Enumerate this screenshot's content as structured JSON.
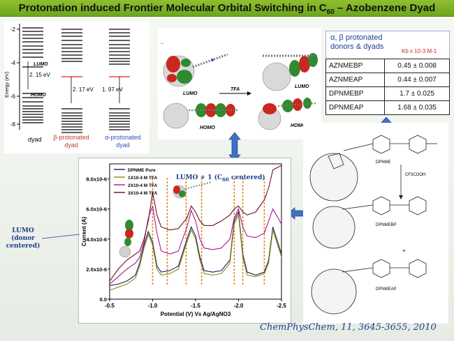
{
  "title": {
    "main": "Protonation induced Frontier Molecular Orbital Switching in C",
    "sub": "60",
    "rest": " – Azobenzene Dyad"
  },
  "energy_diagram": {
    "ylabel": "Energy (eV)",
    "yticks": [
      "-2",
      "-4",
      "-6",
      "-8"
    ],
    "columns": [
      {
        "label": "dyad",
        "label_color": "#111111",
        "gap": "2. 15 eV"
      },
      {
        "label": "β-protonated dyad",
        "label_lines": [
          "β-protonated",
          "dyad"
        ],
        "label_color": "#c0392b",
        "gap": "2. 17 eV"
      },
      {
        "label": "α-protonated dyad",
        "label_lines": [
          "α-protonated",
          "dyad"
        ],
        "label_color": "#2e4fbf",
        "gap": "1. 97 eV"
      }
    ],
    "lumo_label": "LUMO",
    "homo_label": "HOMO"
  },
  "mo_panel": {
    "labels": [
      "LUMO",
      "LUMO",
      "HOMO",
      "HOMO"
    ],
    "arrow_label": "TFA",
    "tick_mark": "--"
  },
  "binding_table": {
    "header_line1": "α, β protonated",
    "header_line2": "donors & dyads",
    "unit_label": "Kb x 10-3 M-1",
    "rows": [
      {
        "name": "AZNMEBP",
        "value": "0.45 ± 0.008"
      },
      {
        "name": "AZNMEAP",
        "value": "0.44 ± 0.007"
      },
      {
        "name": "DPNMEBP",
        "value": "1.7 ± 0.025"
      },
      {
        "name": "DPNMEAP",
        "value": "1.68 ± 0.035"
      }
    ]
  },
  "structures": {
    "labels": [
      "DPNME",
      "CF3COOH",
      "DPNMEBP",
      "+",
      "DPNMEAP"
    ]
  },
  "annotations": {
    "lumo_donor": "LUMO (donor centered)",
    "lumo_c60_prefix": "LUMO + 1 (C",
    "lumo_c60_sub": "60",
    "lumo_c60_suffix": " centered)"
  },
  "reference": "ChemPhysChem, 11, 3645-3655, 2010",
  "colors": {
    "title_band": "#7cb526",
    "navy": "#1d3f8f",
    "series_pure": "#1a1a5e",
    "series_1": "#8a8a10",
    "series_2": "#b0138e",
    "series_3": "#6b0f24",
    "peak_guide": "#e08a1e",
    "arrow_blue": "#3f6fc0"
  },
  "chart_data": {
    "type": "line",
    "xlabel": "Potential (V) Vs Ag/AgNO3",
    "ylabel": "Current (A)",
    "xlim": [
      -0.5,
      -2.5
    ],
    "ylim": [
      0.0,
      9e-06
    ],
    "xticks": [
      "-0.5",
      "-1.0",
      "-1.5",
      "-2.0",
      "-2.5"
    ],
    "yticks": [
      "0.0",
      "2.0x10-6",
      "4.0x10-6",
      "6.0x10-6",
      "8.0x10-6"
    ],
    "yticks_values": [
      0,
      2e-06,
      4e-06,
      6e-06,
      8e-06
    ],
    "legend": [
      "DPNME Pure",
      "1X10-4 M TFA",
      "2X10-4 M TFA",
      "3X10-4 M TFA"
    ],
    "peak_guides_x": [
      -1.0,
      -1.17,
      -1.39,
      -1.57,
      -1.95,
      -2.05,
      -2.3
    ],
    "series": [
      {
        "name": "DPNME Pure",
        "x": [
          -0.5,
          -0.6,
          -0.7,
          -0.8,
          -0.85,
          -0.9,
          -0.95,
          -1.0,
          -1.05,
          -1.1,
          -1.2,
          -1.3,
          -1.4,
          -1.45,
          -1.5,
          -1.55,
          -1.6,
          -1.7,
          -1.8,
          -1.9,
          -1.95,
          -2.0,
          -2.05,
          -2.1,
          -2.2,
          -2.3,
          -2.35,
          -2.4,
          -2.5
        ],
        "y": [
          9e-07,
          1e-06,
          1.2e-06,
          1.6e-06,
          2.4e-06,
          3.6e-06,
          4.5e-06,
          3.8e-06,
          2.2e-06,
          1.8e-06,
          1.9e-06,
          2.2e-06,
          4e-06,
          4.8e-06,
          4.2e-06,
          2.8e-06,
          1.9e-06,
          1.8e-06,
          1.9e-06,
          2.6e-06,
          5.2e-06,
          5.8e-06,
          3e-06,
          1.8e-06,
          1.6e-06,
          1.8e-06,
          2.6e-06,
          4.8e-06,
          3e-06
        ]
      },
      {
        "name": "1X10-4 M TFA",
        "x": [
          -0.5,
          -0.6,
          -0.7,
          -0.8,
          -0.85,
          -0.9,
          -0.95,
          -1.0,
          -1.05,
          -1.1,
          -1.2,
          -1.3,
          -1.4,
          -1.45,
          -1.5,
          -1.55,
          -1.6,
          -1.7,
          -1.8,
          -1.9,
          -1.95,
          -2.0,
          -2.05,
          -2.1,
          -2.2,
          -2.3,
          -2.35,
          -2.4,
          -2.5
        ],
        "y": [
          6e-07,
          8e-07,
          1e-06,
          1.4e-06,
          2.2e-06,
          3.4e-06,
          4.3e-06,
          3.6e-06,
          2e-06,
          1.6e-06,
          1.7e-06,
          2e-06,
          3.8e-06,
          4.6e-06,
          4e-06,
          2.6e-06,
          1.7e-06,
          1.6e-06,
          1.7e-06,
          2.4e-06,
          5e-06,
          5.6e-06,
          2.8e-06,
          1.6e-06,
          1.5e-06,
          1.7e-06,
          2.4e-06,
          4.6e-06,
          2.8e-06
        ]
      },
      {
        "name": "2X10-4 M TFA",
        "x": [
          -0.5,
          -0.6,
          -0.7,
          -0.8,
          -0.85,
          -0.9,
          -0.95,
          -1.0,
          -1.05,
          -1.1,
          -1.2,
          -1.3,
          -1.4,
          -1.45,
          -1.5,
          -1.55,
          -1.6,
          -1.7,
          -1.8,
          -1.9,
          -1.95,
          -2.0,
          -2.05,
          -2.1,
          -2.2,
          -2.3,
          -2.35,
          -2.4,
          -2.5
        ],
        "y": [
          1e-06,
          1.5e-06,
          2e-06,
          2.4e-06,
          2.8e-06,
          3.8e-06,
          5.4e-06,
          6.2e-06,
          4.4e-06,
          3.2e-06,
          3e-06,
          3.2e-06,
          4.8e-06,
          5.9e-06,
          5.2e-06,
          4e-06,
          3.4e-06,
          3.3e-06,
          3.4e-06,
          4e-06,
          5.4e-06,
          6e-06,
          4.8e-06,
          4.2e-06,
          4.1e-06,
          4.4e-06,
          5.2e-06,
          6e-06,
          5e-06
        ]
      },
      {
        "name": "3X10-4 M TFA",
        "x": [
          -0.5,
          -0.6,
          -0.7,
          -0.8,
          -0.85,
          -0.9,
          -0.95,
          -1.0,
          -1.05,
          -1.1,
          -1.2,
          -1.3,
          -1.4,
          -1.45,
          -1.5,
          -1.55,
          -1.6,
          -1.7,
          -1.8,
          -1.9,
          -1.95,
          -2.0,
          -2.05,
          -2.1,
          -2.2,
          -2.3,
          -2.35,
          -2.4,
          -2.5
        ],
        "y": [
          1.2e-06,
          2e-06,
          2.6e-06,
          3e-06,
          3.2e-06,
          4e-06,
          5.2e-06,
          7.1e-06,
          5.6e-06,
          4.8e-06,
          4.6e-06,
          4.7e-06,
          5.4e-06,
          6.2e-06,
          5.8e-06,
          5.2e-06,
          4.9e-06,
          4.9e-06,
          5.2e-06,
          5.6e-06,
          6e-06,
          6.2e-06,
          5.8e-06,
          5.6e-06,
          5.8e-06,
          6.6e-06,
          7.4e-06,
          8.6e-06,
          8.9e-06
        ]
      }
    ]
  }
}
